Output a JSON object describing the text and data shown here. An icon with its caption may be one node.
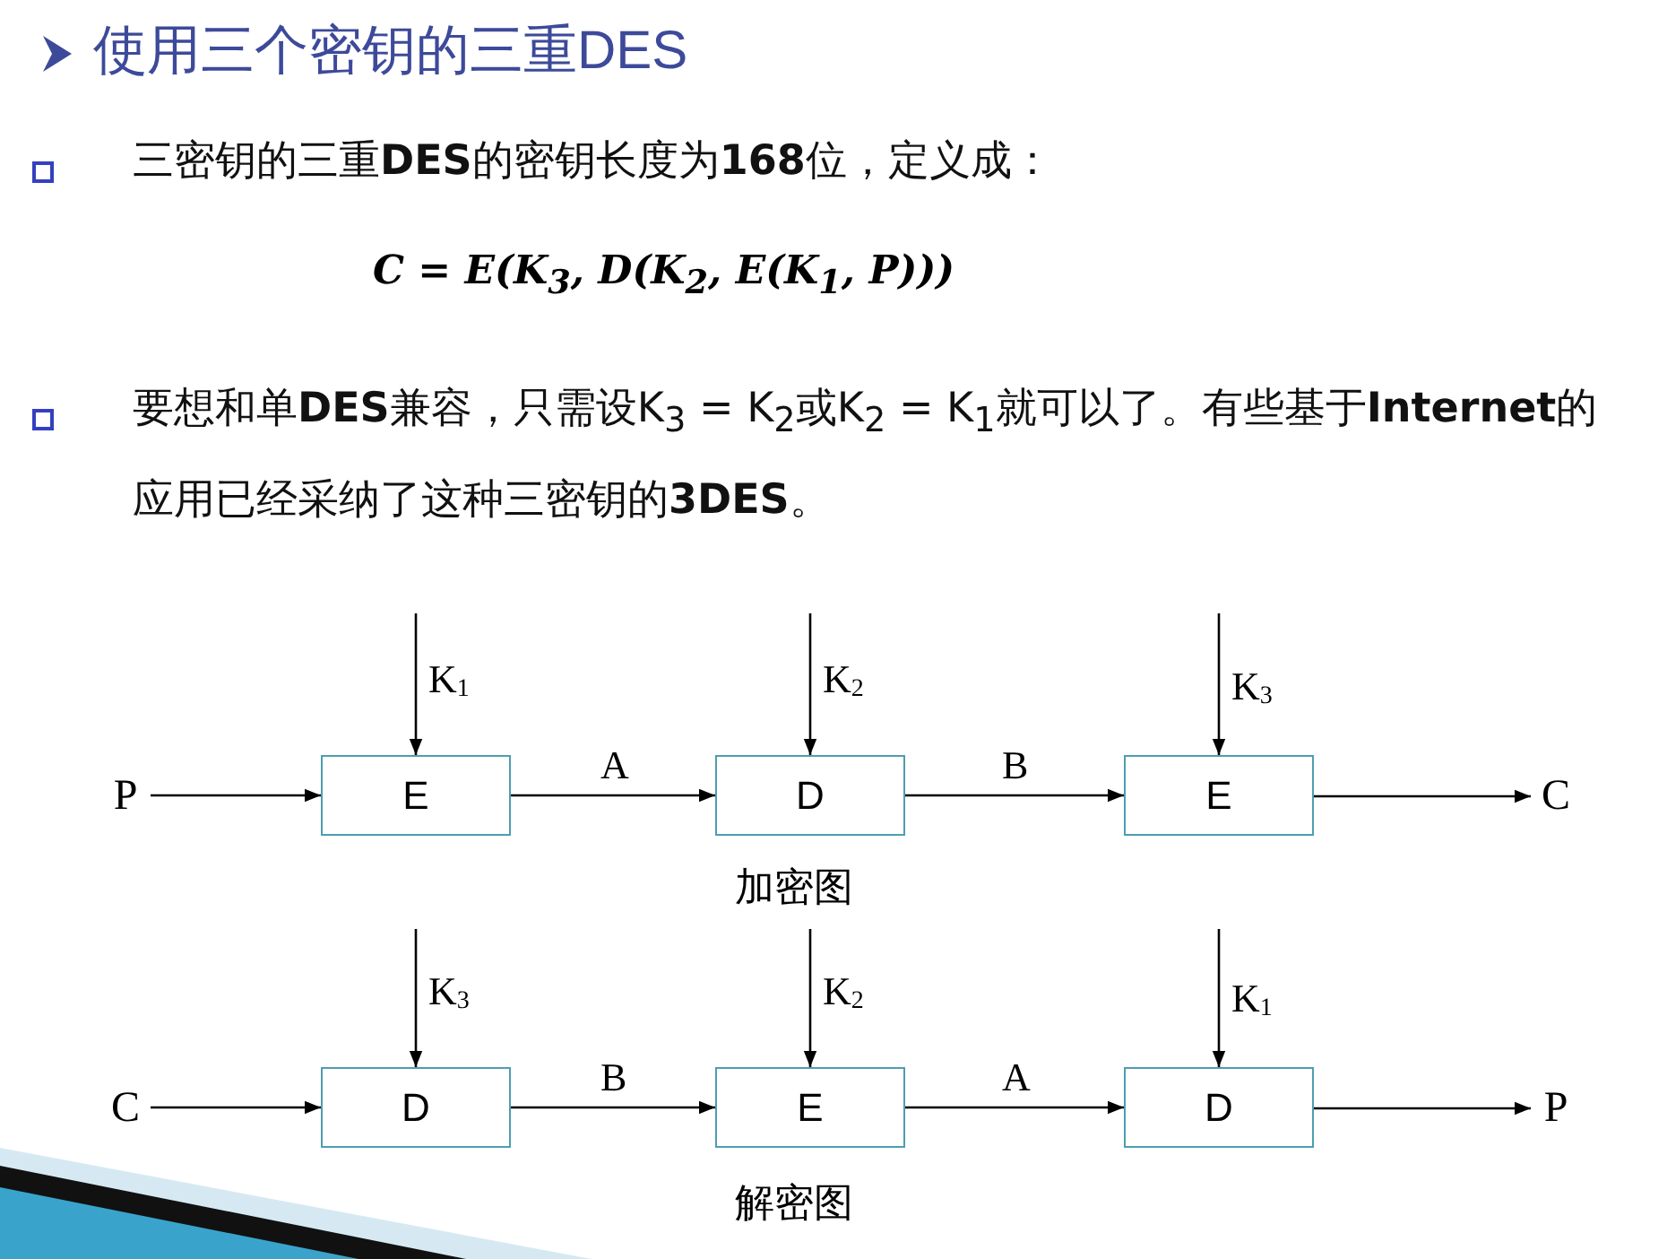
{
  "diagram": {
    "title": "使用三个密钥的三重DES",
    "nodes": [
      {
        "text": [
          "P"
        ]
      },
      {
        "text": [
          "E"
        ]
      },
      {
        "text": [
          "D"
        ]
      },
      {
        "text": [
          "E"
        ]
      },
      {
        "text": [
          "C"
        ]
      },
      {
        "text": [
          "C"
        ]
      },
      {
        "text": [
          "D"
        ]
      },
      {
        "text": [
          "E"
        ]
      },
      {
        "text": [
          "D"
        ]
      },
      {
        "text": [
          "P"
        ]
      }
    ],
    "edges": [
      {
        "from": 0,
        "to": 1,
        "arrow": "to"
      },
      {
        "from": 1,
        "to": 2,
        "arrow": "to",
        "label": "A"
      },
      {
        "from": 2,
        "to": 3,
        "arrow": "to",
        "label": "B"
      },
      {
        "from": 3,
        "to": 4,
        "arrow": "to"
      },
      {
        "from": null,
        "to": 1,
        "arrow": "to",
        "label": "K$_{1}$"
      },
      {
        "from": null,
        "to": 2,
        "arrow": "to",
        "label": "K$_{2}$"
      },
      {
        "from": null,
        "to": 3,
        "arrow": "to",
        "label": "K$_{3}$"
      },
      {
        "from": 5,
        "to": 6,
        "arrow": "to"
      },
      {
        "from": 6,
        "to": 7,
        "arrow": "to",
        "label": "B"
      },
      {
        "from": 7,
        "to": 8,
        "arrow": "to",
        "label": "A"
      },
      {
        "from": 8,
        "to": 9,
        "arrow": "to"
      },
      {
        "from": null,
        "to": 6,
        "arrow": "to",
        "label": "K$_{3}$"
      },
      {
        "from": null,
        "to": 7,
        "arrow": "to",
        "label": "K$_{2}$"
      },
      {
        "from": null,
        "to": 8,
        "arrow": "to",
        "label": "K$_{1}$"
      }
    ],
    "labels": [
      "三密钥的三重**DES**的密钥长度为**168**位，定义成：",
      "C = E(K$_{3}$, D(K$_{2}$, E(K$_{1}$, P)))",
      "要想和单**DES**兼容，只需设K$_{3}$ = K$_{2}$或K$_{2}$ = K$_{1}$就可以了。有些基于**Internet**的应用已经采纳了这种三密钥的**3DES**。",
      "加密图",
      "解密图"
    ]
  }
}
